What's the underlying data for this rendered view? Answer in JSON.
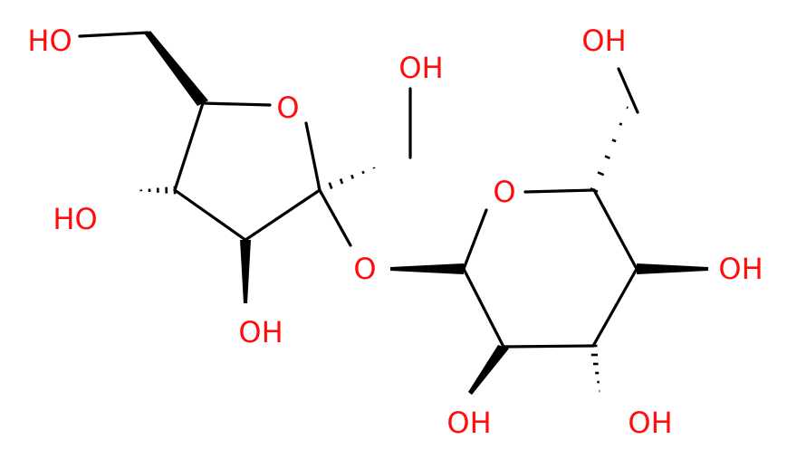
{
  "molecule": {
    "atom_color": "#ff0d0d",
    "bond_color": "#000000",
    "labels": {
      "ho_top_left": "HO",
      "oh_top_middle": "OH",
      "o_ring_left": "O",
      "ho_left": "HO",
      "oh_lower_left": "OH",
      "o_bridge": "O",
      "o_ring_right": "O",
      "oh_top_right": "OH",
      "oh_right": "OH",
      "oh_bottom_middle": "OH",
      "oh_bottom_right": "OH"
    }
  }
}
